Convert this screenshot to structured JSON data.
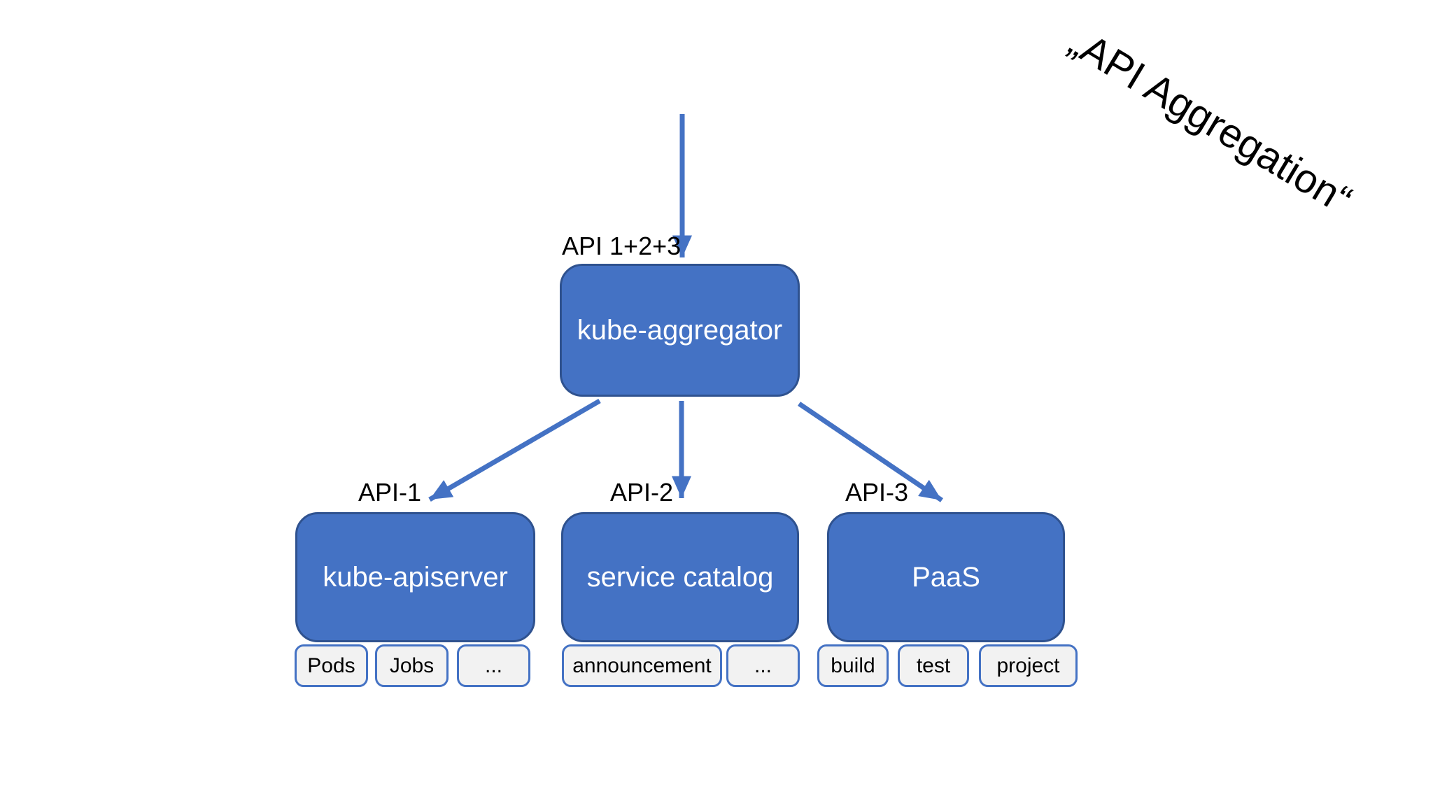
{
  "title": "„API Aggregation“",
  "colors": {
    "background": "#FFFFFF",
    "node_fill": "#4472C4",
    "node_border": "#2F528F",
    "arrow": "#4472C4",
    "chip_fill": "#F2F2F2",
    "chip_border": "#4472C4",
    "node_text": "#FFFFFF",
    "label_text": "#000000"
  },
  "aggregator": {
    "incoming_label": "API 1+2+3",
    "label": "kube-aggregator"
  },
  "children": [
    {
      "api_label": "API-1",
      "label": "kube-apiserver",
      "resources": [
        "Pods",
        "Jobs",
        "..."
      ]
    },
    {
      "api_label": "API-2",
      "label": "service catalog",
      "resources": [
        "announcement",
        "..."
      ]
    },
    {
      "api_label": "API-3",
      "label": "PaaS",
      "resources": [
        "build",
        "test",
        "project"
      ]
    }
  ]
}
